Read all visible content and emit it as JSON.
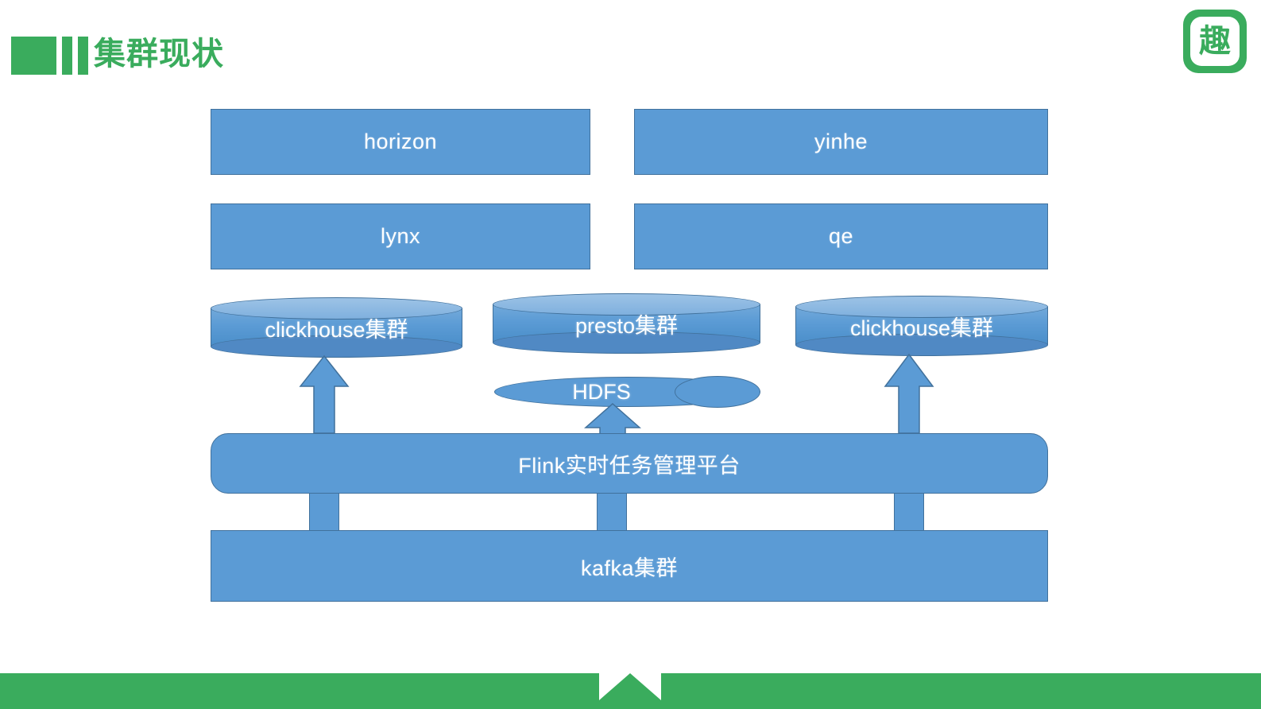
{
  "slide": {
    "title": "集群现状",
    "title_color": "#3AAC5D",
    "accent_color": "#3AAC5D",
    "node_fill": "#5B9BD5",
    "node_border": "#41719C",
    "background": "#ffffff"
  },
  "logo": {
    "glyph": "趣",
    "name": "qutoutiao-logo"
  },
  "diagram": {
    "type": "architecture-stack",
    "layers": [
      {
        "name": "application-layer",
        "nodes": [
          {
            "id": "horizon",
            "label": "horizon",
            "shape": "rect"
          },
          {
            "id": "yinhe",
            "label": "yinhe",
            "shape": "rect"
          }
        ]
      },
      {
        "name": "query-layer",
        "nodes": [
          {
            "id": "lynx",
            "label": "lynx",
            "shape": "rect"
          },
          {
            "id": "qe",
            "label": "qe",
            "shape": "rect"
          }
        ]
      },
      {
        "name": "storage-engine-layer",
        "nodes": [
          {
            "id": "clickhouse-left",
            "label": "clickhouse集群",
            "shape": "cylinder"
          },
          {
            "id": "presto",
            "label": "presto集群",
            "shape": "cylinder"
          },
          {
            "id": "clickhouse-right",
            "label": "clickhouse集群",
            "shape": "cylinder"
          }
        ]
      },
      {
        "name": "filesystem-layer",
        "nodes": [
          {
            "id": "hdfs",
            "label": "HDFS",
            "shape": "ellipse"
          }
        ]
      },
      {
        "name": "compute-layer",
        "nodes": [
          {
            "id": "flink",
            "label": "Flink实时任务管理平台",
            "shape": "rounded-rect"
          }
        ]
      },
      {
        "name": "message-layer",
        "nodes": [
          {
            "id": "kafka",
            "label": "kafka集群",
            "shape": "rect"
          }
        ]
      }
    ],
    "arrows": [
      {
        "from": "flink",
        "to": "clickhouse-left",
        "direction": "up"
      },
      {
        "from": "flink",
        "to": "hdfs",
        "direction": "up"
      },
      {
        "from": "flink",
        "to": "clickhouse-right",
        "direction": "up"
      }
    ],
    "connectors": [
      {
        "from": "kafka",
        "to": "flink",
        "position": "left"
      },
      {
        "from": "kafka",
        "to": "flink",
        "position": "center"
      },
      {
        "from": "kafka",
        "to": "flink",
        "position": "right"
      }
    ]
  },
  "footer": {
    "color": "#3AAC5D",
    "notch": "triangle-down"
  }
}
